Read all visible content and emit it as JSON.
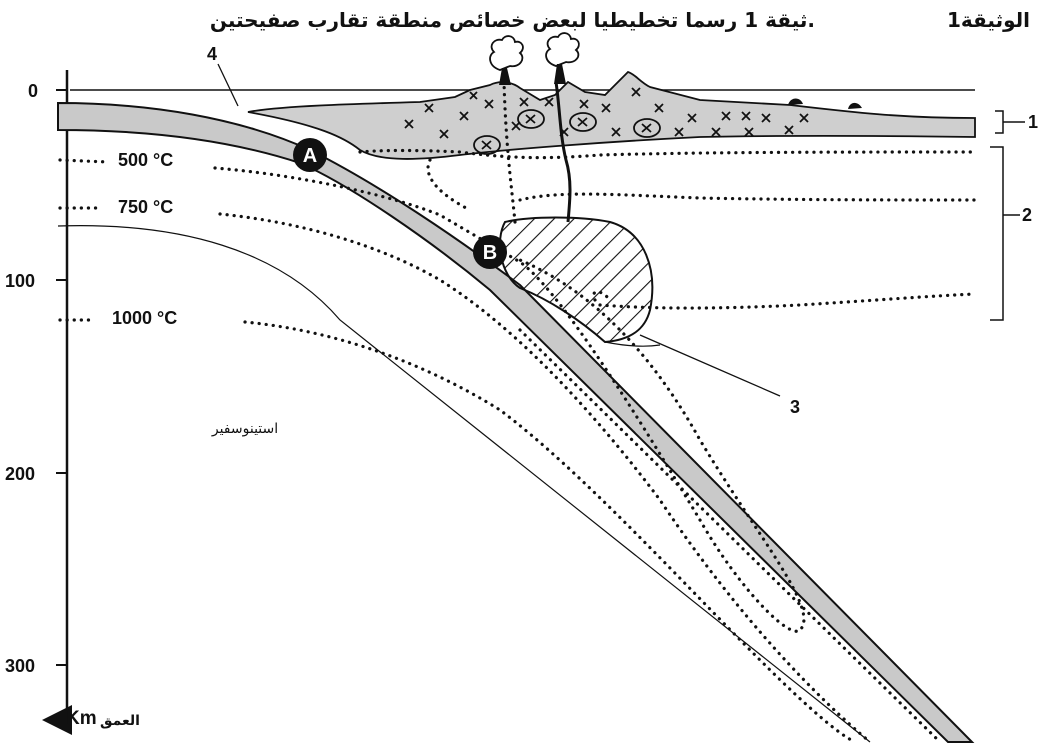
{
  "header": {
    "title_label": "الوثيقة1",
    "description": "ثيقة 1 رسما تخطيطيا لبعض خصائص منطقة تقارب صفيحتين."
  },
  "depth_axis": {
    "ticks": [
      "0",
      "100",
      "200",
      "300"
    ],
    "unit": "Km",
    "label": "العمق"
  },
  "isotherms": [
    "500 °C",
    "750 °C",
    "1000 °C"
  ],
  "points": [
    "A",
    "B"
  ],
  "numbered_labels": [
    "1",
    "2",
    "3",
    "4"
  ],
  "region_label": "استينوسفير"
}
